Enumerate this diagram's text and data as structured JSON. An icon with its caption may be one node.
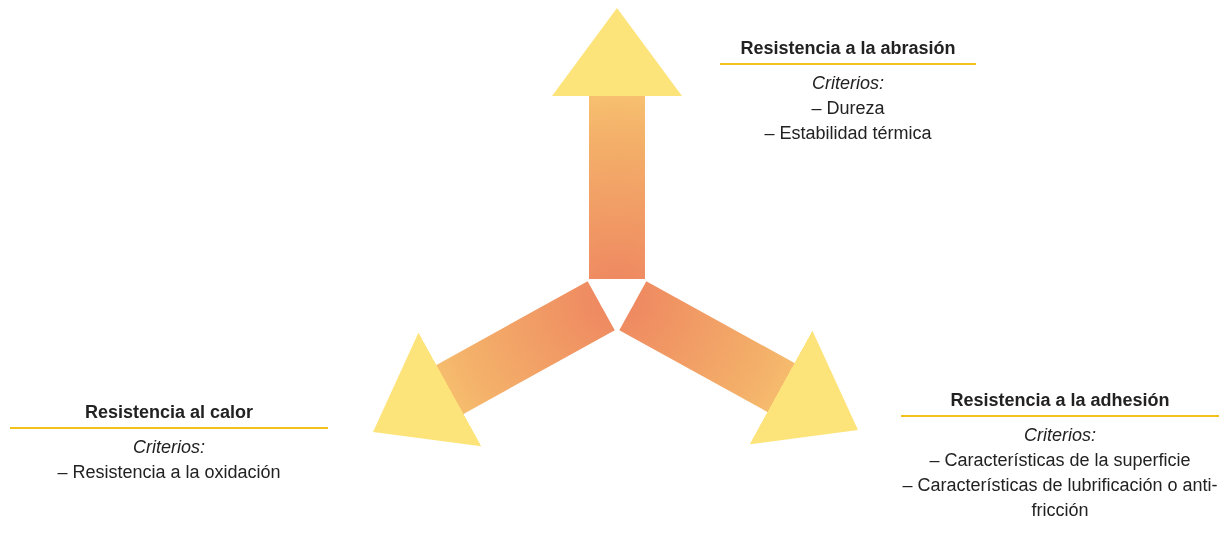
{
  "diagram": {
    "nodes": [
      {
        "text": [],
        "shape": "circle"
      },
      {
        "text": [
          "Resistencia a la abrasión",
          "Criterios:",
          "– Dureza",
          "– Estabilidad térmica"
        ]
      },
      {
        "text": [
          "Resistencia al calor",
          "Criterios:",
          "– Resistencia a la oxidación"
        ]
      },
      {
        "text": [
          "Resistencia a la adhesión",
          "Criterios:",
          "– Características de la superficie",
          "– Características de lubrificación o anti-fricción"
        ]
      }
    ],
    "edges": [
      {
        "from": 0,
        "to": 1,
        "arrow": "to"
      },
      {
        "from": 0,
        "to": 2,
        "arrow": "to"
      },
      {
        "from": 0,
        "to": 3,
        "arrow": "to"
      }
    ]
  }
}
